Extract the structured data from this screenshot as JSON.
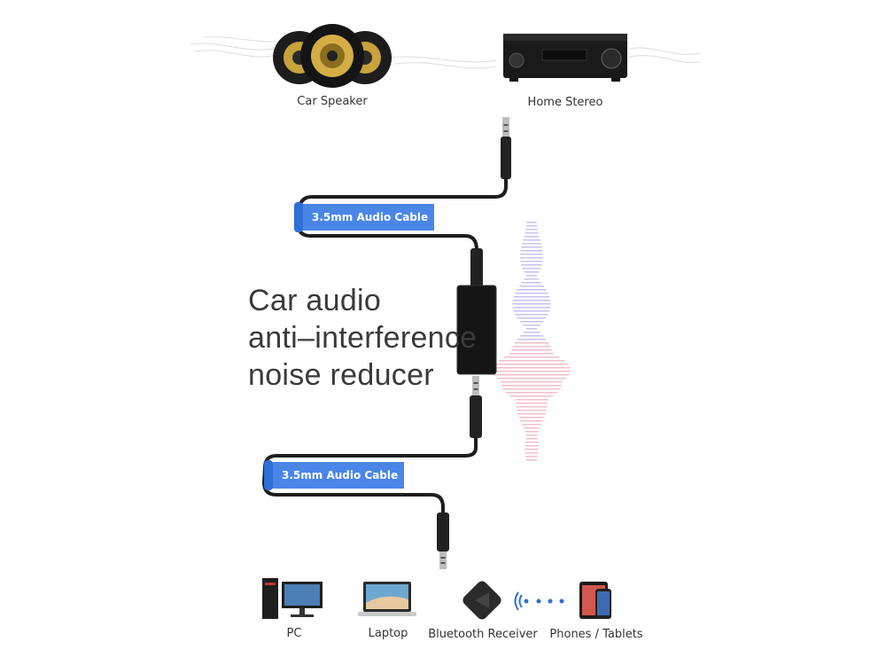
{
  "top_devices": {
    "car_speaker_label": "Car Speaker",
    "home_stereo_label": "Home Stereo"
  },
  "cable_tags": {
    "upper": "3.5mm Audio Cable",
    "lower": "3.5mm Audio Cable"
  },
  "headline": {
    "line1": "Car audio",
    "line2": "anti–interference",
    "line3": "noise reducer"
  },
  "bottom_devices": {
    "pc_label": "PC",
    "laptop_label": "Laptop",
    "bluetooth_label": "Bluetooth Receiver",
    "phones_label": "Phones / Tablets"
  },
  "colors": {
    "tag_blue": "#4a86e8",
    "wave_blue": "#9b8ee8",
    "wave_red": "#e98a9b"
  }
}
